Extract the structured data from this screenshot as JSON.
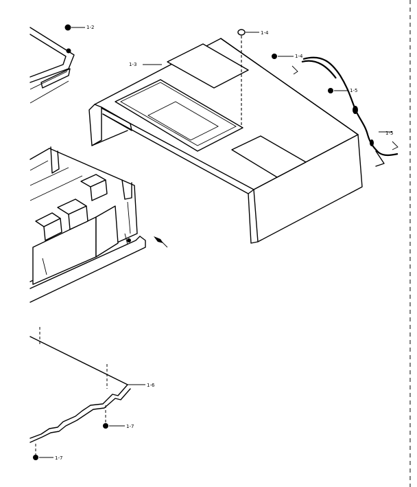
{
  "callouts": [
    {
      "id": "c12",
      "label": "1-2"
    },
    {
      "id": "c14",
      "label": "1-4"
    },
    {
      "id": "c13",
      "label": "1-3"
    },
    {
      "id": "c1x",
      "label": "1-4"
    },
    {
      "id": "c15a",
      "label": "1-5"
    },
    {
      "id": "c15b",
      "label": "1-5"
    },
    {
      "id": "c16",
      "label": "1-6"
    },
    {
      "id": "c17a",
      "label": "1-7"
    },
    {
      "id": "c17b",
      "label": "1-7"
    }
  ]
}
